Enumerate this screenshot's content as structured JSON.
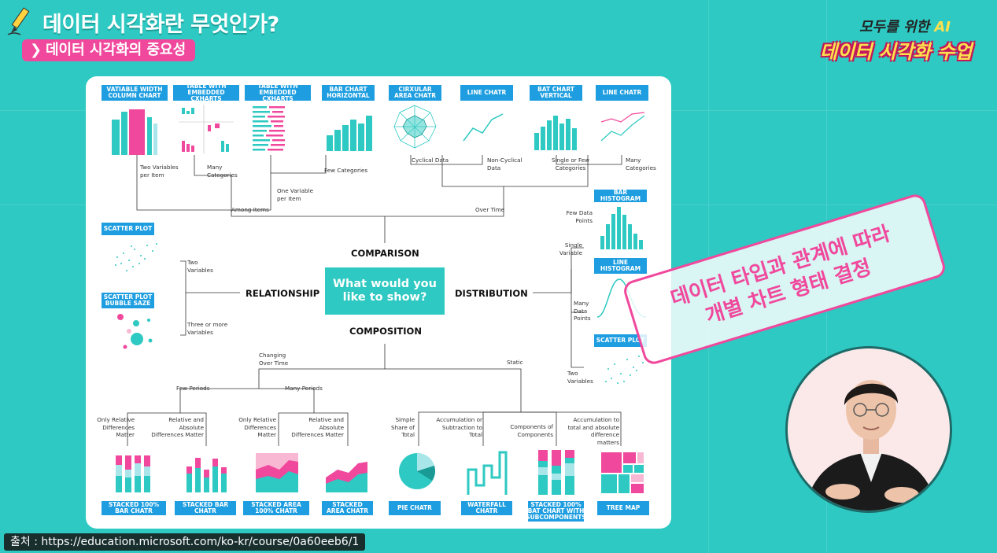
{
  "header": {
    "title": "데이터 시각화란 무엇인가?",
    "subtitle": "데이터 시각화의 중요성"
  },
  "brand": {
    "line1_prefix": "모두를 위한 ",
    "line1_ai": "AI",
    "line2": "데이터 시각화 수업"
  },
  "diagram": {
    "center": "What would you like to show?",
    "categories": {
      "comparison": "COMPARISON",
      "relationship": "RELATIONSHIP",
      "distribution": "DISTRIBUTION",
      "composition": "COMPOSITION"
    },
    "top_charts": [
      "VATIABLE WIDTH COLUMN CHART",
      "TABLE WITH EMBEDDED CXHARTS",
      "TABLE WITH EMBEDDED CXHARTS",
      "BAR CHART HORIZONTAL",
      "CIRXULAR AREA CHATR",
      "LINE CHATR",
      "BAT CHART VERTICAL",
      "LINE CHATR"
    ],
    "comparison_notes": {
      "two_vars": "Two Variables per Item",
      "many_cats": "Many Categories",
      "few_cats": "Few Categories",
      "one_var": "One Variable per Item",
      "cyclical": "Cyclical Data",
      "non_cyclical": "Non-Cyclical Data",
      "single_few": "Single or Few Categories",
      "many_cats2": "Many Categories",
      "among_items": "Among Items",
      "over_time": "Over Time"
    },
    "relationship": {
      "scatter": "SCATTER PLOT",
      "bubble": "SCATTER PLOT BUBBLE SAZE",
      "two_vars": "Two Variables",
      "three_vars": "Three or more Variables"
    },
    "distribution": {
      "bar_hist": "BAR HISTOGRAM",
      "line_hist": "LINE HISTOGRAM",
      "scatter": "SCATTER PLOT",
      "few_points": "Few Data Points",
      "single_var": "Single Variable",
      "many_points": "Many Data Points",
      "two_vars": "Two Variables"
    },
    "composition": {
      "changing": "Changing Over Time",
      "static": "Static",
      "few_periods": "Few Periods",
      "many_periods": "Many Periods",
      "only_rel1": "Only Relative Differences Matter",
      "rel_abs1": "Relative and Absolute Differences Matter",
      "only_rel2": "Only Relative Differences Matter",
      "rel_abs2": "Relative and Absolute Differences Matter",
      "simple_share": "Simple Share of Total",
      "accum_sub": "Accumulation or Subtraction to Total",
      "components": "Components of Components",
      "accum_total": "Accumulation to total and absolute difference matters"
    },
    "bottom_charts": [
      "STACKED 100% BAR CHATR",
      "STACKED BAR CHATR",
      "STACKED AREA 100% CHATR",
      "STACKED AREA CHATR",
      "PIE CHATR",
      "WATERFALL CHATR",
      "STACKED 100% BAT CHART WITH SUBCOMPONENTS",
      "TREE MAP"
    ]
  },
  "stamp": {
    "line1": "데이터 타입과 관계에 따라",
    "line2": "개별 차트 형태 결정"
  },
  "source": "출처 : https://education.microsoft.com/ko-kr/course/0a60eeb6/1",
  "colors": {
    "teal": "#2ec9c2",
    "pink": "#f0489c",
    "blue_label": "#1e9ee0",
    "light_pink": "#f8b8d4"
  }
}
